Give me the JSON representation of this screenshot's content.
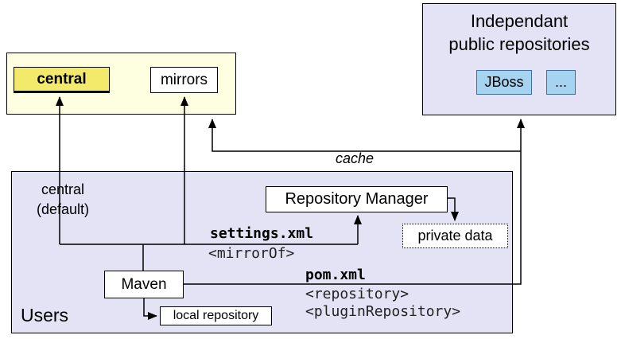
{
  "central_mirrors_group": {
    "central_label": "central",
    "mirrors_label": "mirrors"
  },
  "public_repositories": {
    "title_line1": "Independant",
    "title_line2": "public repositories",
    "jboss_label": "JBoss",
    "more_label": "..."
  },
  "users_group": {
    "group_label": "Users",
    "central_default_line1": "central",
    "central_default_line2": "(default)",
    "repository_manager_label": "Repository Manager",
    "private_data_label": "private data",
    "settings_file": "settings.xml",
    "mirror_of_tag": "<mirrorOf>",
    "maven_label": "Maven",
    "pom_file": "pom.xml",
    "repository_tag": "<repository>",
    "plugin_repository_tag": "<pluginRepository>",
    "local_repository_label": "local repository"
  },
  "annotations": {
    "cache_label": "cache"
  },
  "colors": {
    "pale_yellow_group": "#feffe0",
    "central_highlight": "#f3e96a",
    "lavender_group": "#e4e3f6",
    "repo_node_blue": "#a5d3f0",
    "repo_node_border": "#3f6f9f",
    "line_color": "#000000"
  }
}
